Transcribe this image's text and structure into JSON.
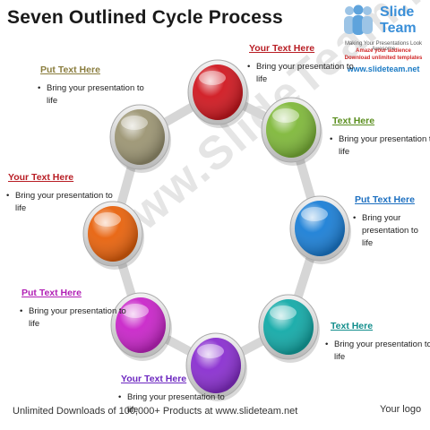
{
  "title": "Seven Outlined Cycle Process",
  "logo": {
    "word1": "Slide",
    "word2": "Team",
    "tagline": "Making Your Presentations Look Awesome",
    "line1": "Amaze your audience",
    "line2": "Download unlimited templates",
    "url": "www.slideteam.net"
  },
  "watermark": "www.SlideTeam.net",
  "nodes": [
    {
      "color": "#d01820",
      "heading": "Your Text Here",
      "heading_color": "#b81d24",
      "body": "Bring your presentation to life"
    },
    {
      "color": "#7fb83a",
      "heading": "Text Here",
      "heading_color": "#5a8e1e",
      "body": "Bring your presentation to life"
    },
    {
      "color": "#1b7fd6",
      "heading": "Put Text Here",
      "heading_color": "#1c6fc0",
      "body": "Bring your presentation to life"
    },
    {
      "color": "#13aaa8",
      "heading": "Text Here",
      "heading_color": "#128e8c",
      "body": "Bring your presentation to life"
    },
    {
      "color": "#8a2fd0",
      "heading": "Your Text Here",
      "heading_color": "#6d28c0",
      "body": "Bring your presentation to life"
    },
    {
      "color": "#c925c9",
      "heading": "Put Text Here",
      "heading_color": "#b11fb5",
      "body": "Bring your presentation to life"
    },
    {
      "color": "#e8620c",
      "heading": "Your Text Here",
      "heading_color": "#b81d24",
      "body": "Bring your presentation to life"
    },
    {
      "color": "#9c9573",
      "heading": "Put Text Here",
      "heading_color": "#8a7d3e",
      "body": "Bring your presentation to life"
    }
  ],
  "footer": "Unlimited Downloads of 100,000+ Products at www.slideteam.net",
  "your_logo": "Your logo"
}
